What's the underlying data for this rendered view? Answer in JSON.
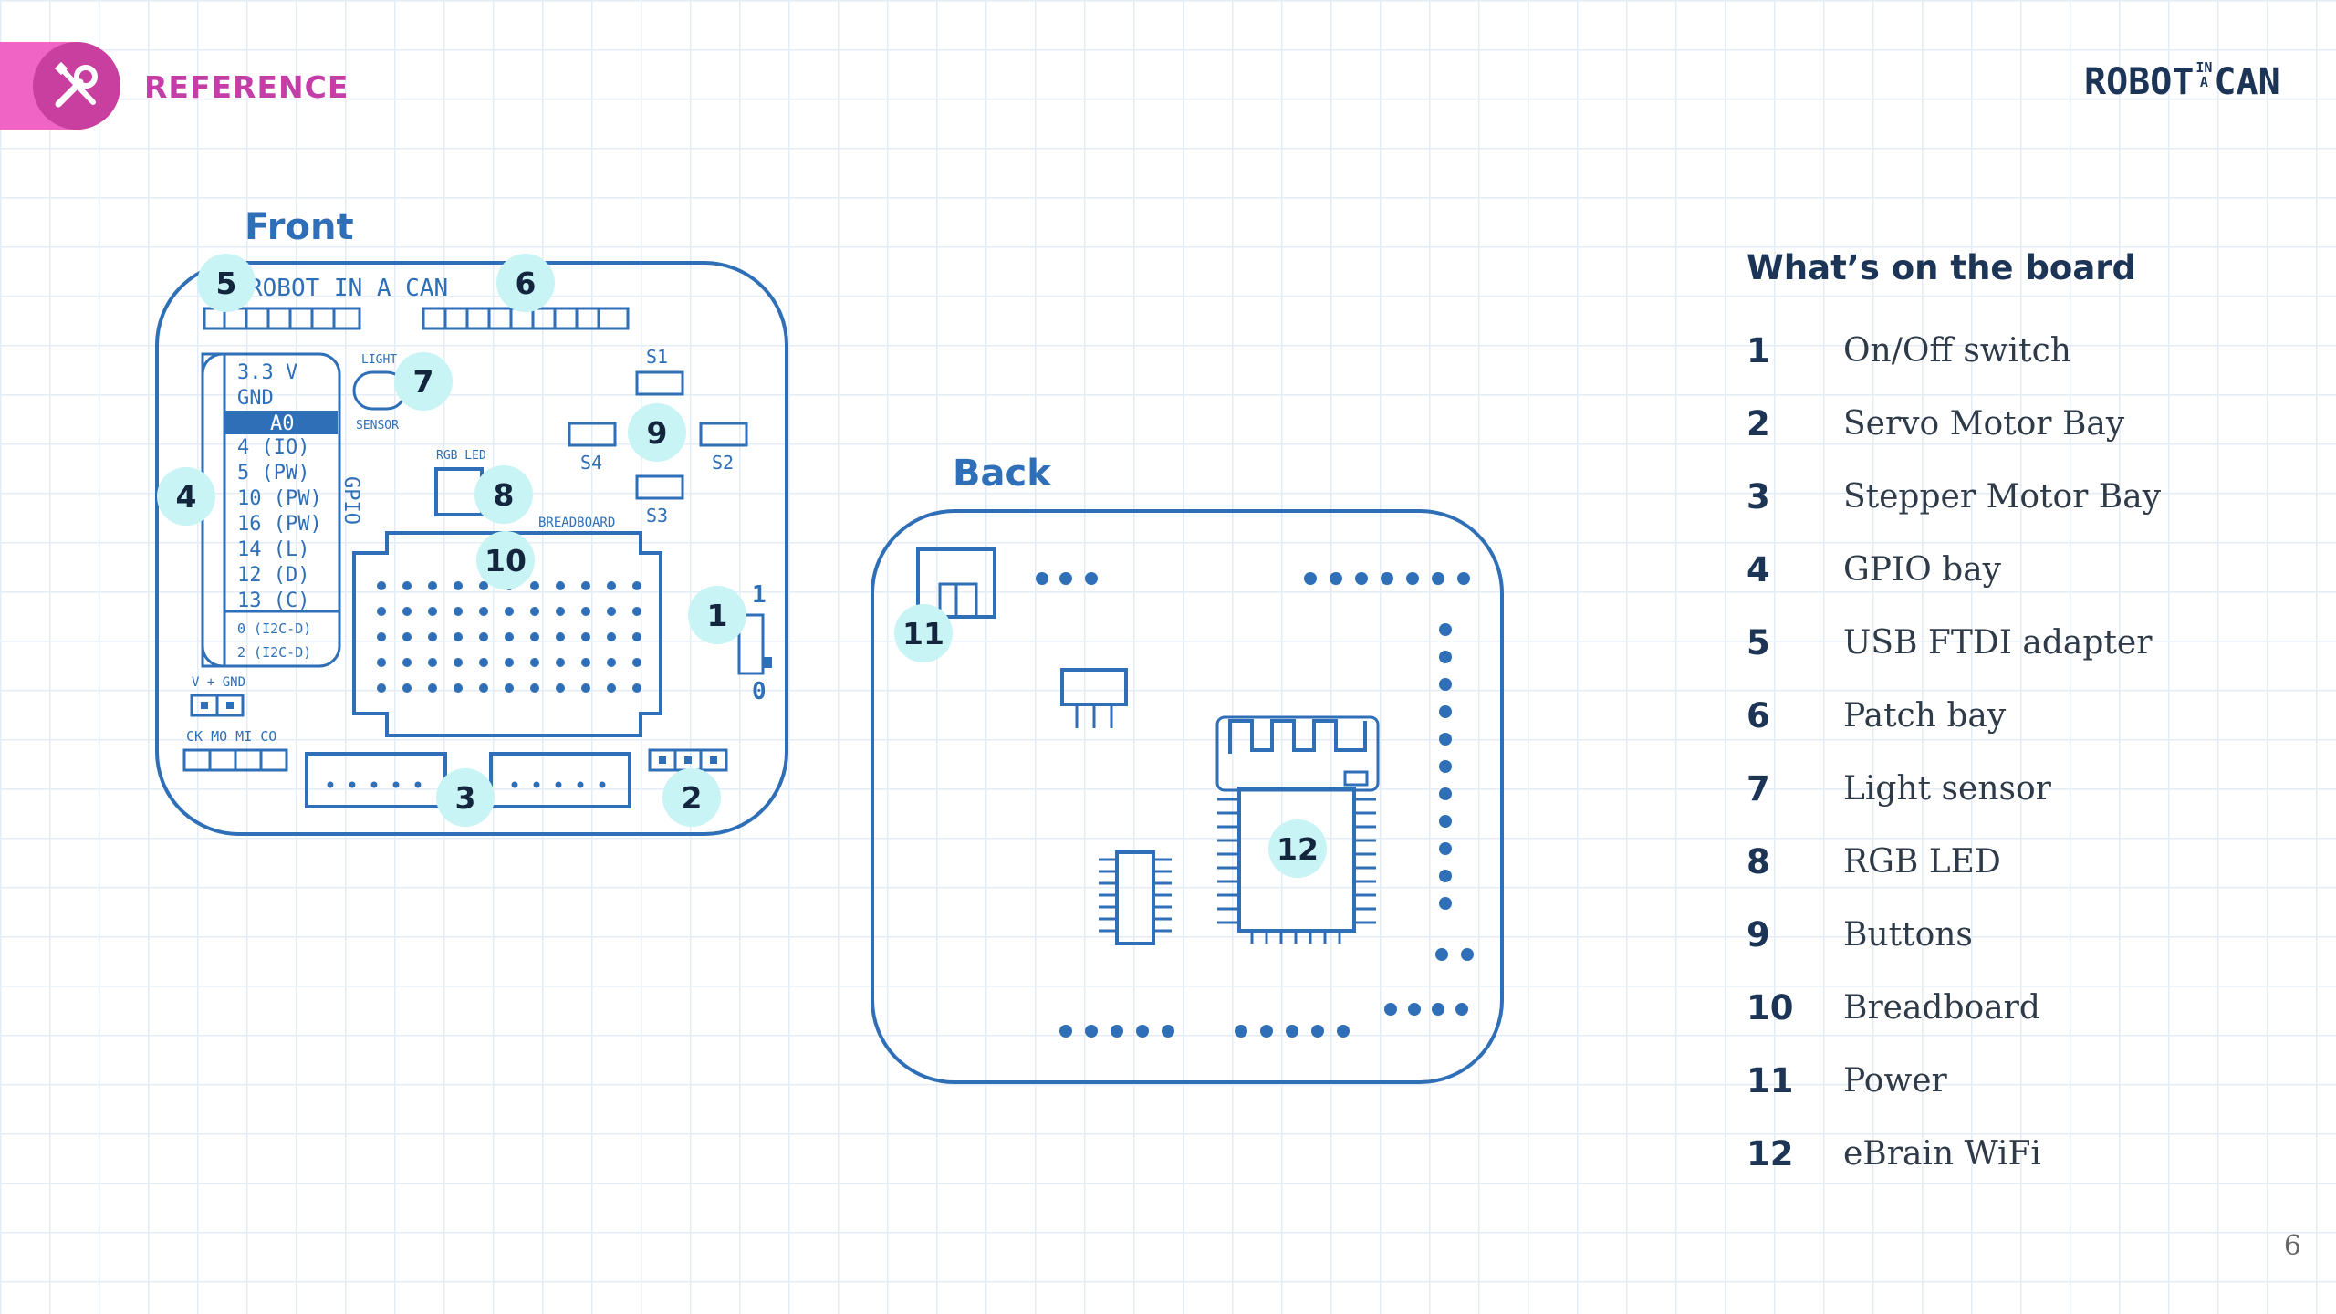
{
  "header": {
    "section": "REFERENCE"
  },
  "logo": {
    "left": "ROBOT",
    "top_small": "IN",
    "bottom_small": "A",
    "right": "CAN"
  },
  "front": {
    "title": "Front",
    "brand": "ROBOT IN A CAN",
    "gpio_pins": [
      "3.3 V",
      "GND",
      "A0",
      "4 (IO)",
      "5 (PW)",
      "10 (PW)",
      "16 (PW)",
      "14 (L)",
      "12 (D)",
      "13 (C)",
      "0 (I2C-D)",
      "2 (I2C-D)"
    ],
    "gpio_label": "GPIO",
    "light_label": "LIGHT",
    "sensor_label": "SENSOR",
    "rgb_label": "RGB LED",
    "breadboard_label": "BREADBOARD",
    "buttons": {
      "s1": "S1",
      "s2": "S2",
      "s3": "S3",
      "s4": "S4"
    },
    "power_label": "V + GND",
    "spi_label": "CK MO MI CO",
    "switch_on": "1",
    "switch_off": "0"
  },
  "back": {
    "title": "Back"
  },
  "callouts": [
    "1",
    "2",
    "3",
    "4",
    "5",
    "6",
    "7",
    "8",
    "9",
    "10",
    "11",
    "12"
  ],
  "legend": {
    "title": "What’s on the board",
    "items": [
      {
        "num": "1",
        "label": "On/Off switch"
      },
      {
        "num": "2",
        "label": "Servo Motor Bay"
      },
      {
        "num": "3",
        "label": "Stepper Motor Bay"
      },
      {
        "num": "4",
        "label": "GPIO bay"
      },
      {
        "num": "5",
        "label": "USB FTDI adapter"
      },
      {
        "num": "6",
        "label": "Patch bay"
      },
      {
        "num": "7",
        "label": "Light sensor"
      },
      {
        "num": "8",
        "label": "RGB LED"
      },
      {
        "num": "9",
        "label": "Buttons"
      },
      {
        "num": "10",
        "label": "Breadboard"
      },
      {
        "num": "11",
        "label": "Power"
      },
      {
        "num": "12",
        "label": "eBrain WiFi"
      }
    ]
  },
  "page_number": "6",
  "colors": {
    "board": "#2e6fb7",
    "callout": "#c8f4f5",
    "pink": "#ef64c4",
    "dark": "#1c3557"
  }
}
